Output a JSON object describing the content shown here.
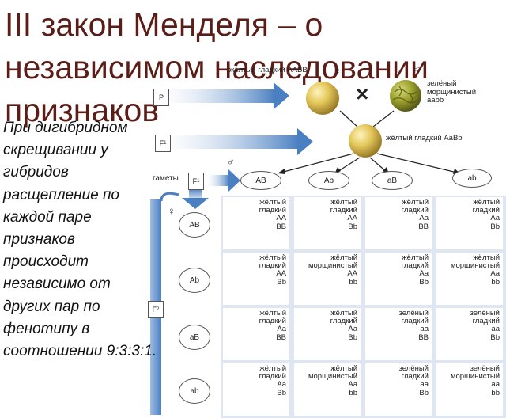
{
  "title": "III закон Менделя – о независимом наследовании признаков",
  "description": "При дигибридном скрещивании у гибридов расщепление по каждой паре признаков происходит независимо от других пар по фенотипу в соотношении 9:3:3:1.",
  "parents": {
    "p_label": "P",
    "mother": "жёлтый гладкий AABB",
    "father": "зелёный\nморщинистый\naabb",
    "cross_symbol": "×",
    "female_symbol": "♀",
    "male_symbol": "♂"
  },
  "f1": {
    "label": "F",
    "sub": "1",
    "phenotype": "жёлтый гладкий AaBb"
  },
  "gametes": {
    "label": "гаметы",
    "f_label": "F",
    "f_sub": "1",
    "male": [
      "AB",
      "Ab",
      "aB",
      "ab"
    ],
    "female": [
      "AB",
      "Ab",
      "aB",
      "ab"
    ]
  },
  "f2": {
    "label": "F",
    "sub": "2",
    "rows": [
      [
        {
          "text": "жёлтый\nгладкий\nAA\nBB",
          "seed": "yellow-smooth"
        },
        {
          "text": "жёлтый\nгладкий\nAA\nBb",
          "seed": "yellow-smooth"
        },
        {
          "text": "жёлтый\nгладкий\nAa\nBB",
          "seed": "yellow-smooth"
        },
        {
          "text": "жёлтый\nгладкий\nAa\nBb",
          "seed": "yellow-smooth"
        }
      ],
      [
        {
          "text": "жёлтый\nгладкий\nAA\nBb",
          "seed": "yellow-smooth"
        },
        {
          "text": "жёлтый\nморщинистый\nAA\nbb",
          "seed": "yellow-wrinkled"
        },
        {
          "text": "жёлтый\nгладкий\nAa\nBb",
          "seed": "yellow-smooth"
        },
        {
          "text": "жёлтый\nморщинистый\nAa\nbb",
          "seed": "yellow-wrinkled"
        }
      ],
      [
        {
          "text": "жёлтый\nгладкий\nAa\nBB",
          "seed": "yellow-smooth"
        },
        {
          "text": "жёлтый\nгладкий\nAa\nBb",
          "seed": "yellow-smooth"
        },
        {
          "text": "зелёный\nгладкий\naa\nBB",
          "seed": "green-smooth"
        },
        {
          "text": "зелёный\nгладкий\naa\nBb",
          "seed": "green-smooth"
        }
      ],
      [
        {
          "text": "жёлтый\nгладкий\nAa\nBb",
          "seed": "yellow-smooth"
        },
        {
          "text": "жёлтый\nморщинистый\nAa\nbb",
          "seed": "yellow-wrinkled"
        },
        {
          "text": "зелёный\nгладкий\naa\nBb",
          "seed": "green-smooth"
        },
        {
          "text": "зелёный\nморщинистый\naa\nbb",
          "seed": "green-wrinkled"
        }
      ]
    ]
  },
  "colors": {
    "title": "#5a1d17",
    "arrow_blue": "#4a7fc1",
    "yellow_seed": "#e3c75a",
    "yellow_wrinkled_seed": "#cfa257",
    "green_seed": "#a8a82a",
    "green_wrinkled_seed": "#9a9d2b",
    "grid_bg": "#dfe6f1"
  }
}
